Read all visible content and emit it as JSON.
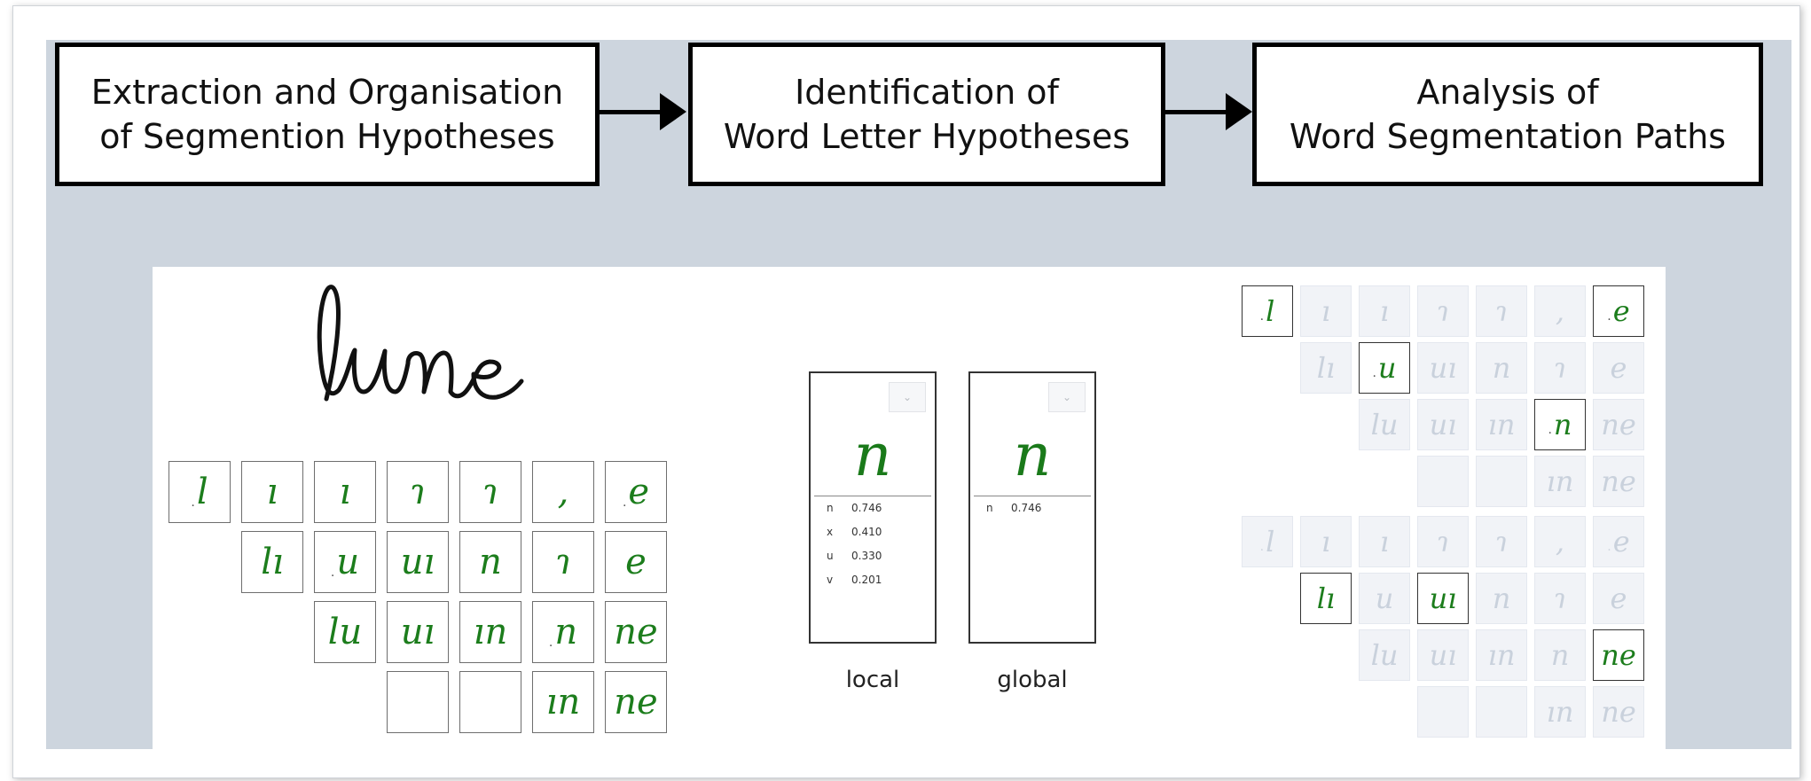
{
  "pipeline": {
    "steps": [
      {
        "line1": "Extraction and Organisation",
        "line2": "of Segmention Hypotheses"
      },
      {
        "line1": "Identification of",
        "line2": "Word Letter Hypotheses"
      },
      {
        "line1": "Analysis of",
        "line2": "Word Segmentation Paths"
      }
    ]
  },
  "word_image": {
    "text": "lune"
  },
  "hypothesis_grid": {
    "rows": [
      [
        ".l",
        "ı",
        "ı",
        "ɿ",
        "ɿ",
        ",",
        ".e"
      ],
      [
        "lı",
        ".u",
        "uı",
        "n",
        "ɿ",
        "e"
      ],
      [
        "lu",
        "uı",
        "ın",
        ".n",
        "ne"
      ],
      [
        "",
        "",
        "ın",
        "ne"
      ]
    ]
  },
  "classifier": {
    "local": {
      "letter": "n",
      "label": "local",
      "scores": [
        {
          "char": "n",
          "score": "0.746"
        },
        {
          "char": "x",
          "score": "0.410"
        },
        {
          "char": "u",
          "score": "0.330"
        },
        {
          "char": "v",
          "score": "0.201"
        }
      ]
    },
    "global": {
      "letter": "n",
      "label": "global",
      "scores": [
        {
          "char": "n",
          "score": "0.746"
        }
      ]
    }
  },
  "paths": {
    "path1": {
      "rows": [
        [
          ".l",
          "ı",
          "ı",
          "ɿ",
          "ɿ",
          ",",
          ".e"
        ],
        [
          "lı",
          ".u",
          "uı",
          "n",
          "ɿ",
          "e"
        ],
        [
          "lu",
          "uı",
          "ın",
          ".n",
          "ne"
        ],
        [
          "",
          "",
          "ın",
          "ne"
        ]
      ],
      "selected": [
        [
          0,
          0
        ],
        [
          1,
          1
        ],
        [
          2,
          3
        ],
        [
          0,
          6
        ]
      ]
    },
    "path2": {
      "rows": [
        [
          ".l",
          "ı",
          "ı",
          "ɿ",
          "ɿ",
          ",",
          ".e"
        ],
        [
          "lı",
          "u",
          "uı",
          "n",
          "ɿ",
          "e"
        ],
        [
          "lu",
          "uı",
          "ın",
          "n",
          "ne"
        ],
        [
          "",
          "",
          "ın",
          "ne"
        ]
      ],
      "selected": [
        [
          1,
          0
        ],
        [
          1,
          2
        ],
        [
          2,
          4
        ]
      ]
    }
  }
}
